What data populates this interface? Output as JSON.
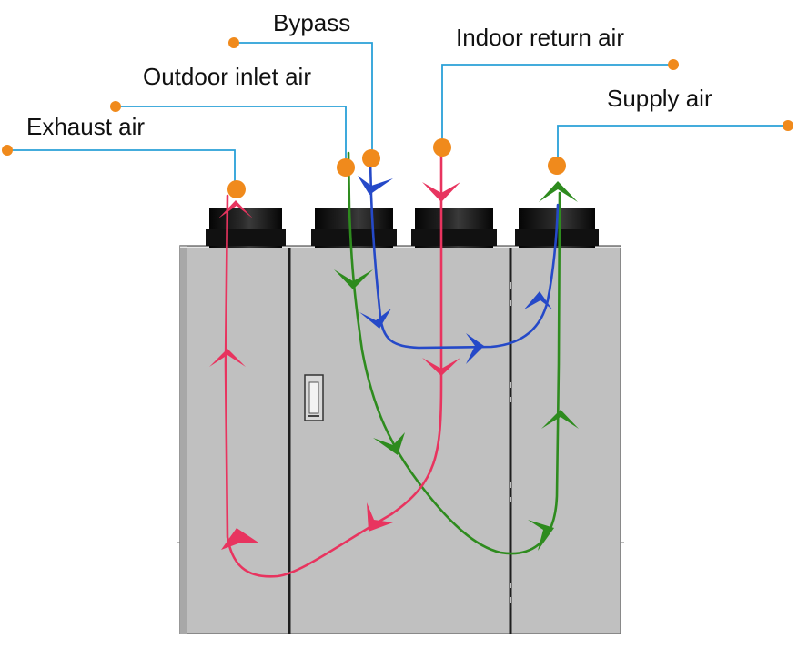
{
  "labels": {
    "bypass": "Bypass",
    "indoor_return_air": "Indoor return air",
    "outdoor_inlet_air": "Outdoor inlet air",
    "supply_air": "Supply air",
    "exhaust_air": "Exhaust air"
  },
  "colors": {
    "exhaust": "#e8345f",
    "return": "#e8345f",
    "outdoor": "#2e8b1e",
    "supply": "#2e8b1e",
    "bypass": "#2549c8",
    "leader": "#2aa0d8",
    "marker": "#f08a1c",
    "cabinet": "#c0c0c0",
    "collar": "#0d0d0d"
  }
}
